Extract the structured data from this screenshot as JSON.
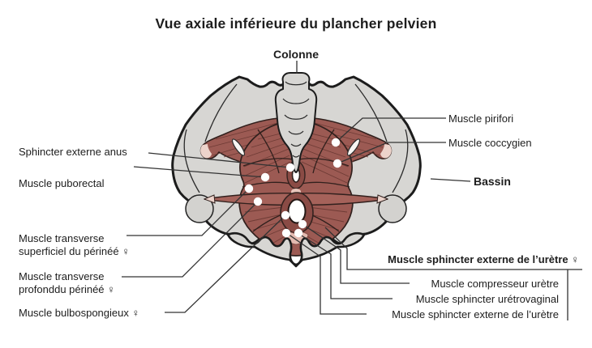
{
  "title": "Vue axiale inférieure du plancher pelvien",
  "labels": {
    "colonne": "Colonne",
    "bassin": "Bassin",
    "pirifori": "Muscle pirifori",
    "coccygien": "Muscle coccygien",
    "sphincter_anus": "Sphincter externe anus",
    "puborectal": "Muscle puborectal",
    "transverse_superficiel": "Muscle transverse\nsuperficiel du périnéé ♀",
    "transverse_profond": "Muscle transverse\nprofonddu périnéé ♀",
    "bulbospongieux": "Muscle bulbospongieux ♀",
    "sphincter_uretre_groupe": "Muscle sphincter externe de l’urètre ♀",
    "compresseur_uretre": "Muscle compresseur urètre",
    "sphincter_uretrovaginal": "Muscle sphincter urétrovaginal",
    "sphincter_uretre": "Muscle sphincter externe de l’urètre"
  },
  "colors": {
    "background": "#ffffff",
    "text": "#1d1d1d",
    "leader_line": "#333333",
    "bone_fill": "#d7d6d3",
    "bone_outline": "#1c1c1c",
    "muscle_fill": "#9c5a53",
    "muscle_dark_ring": "#8a4b45",
    "muscle_striation": "#6e3b35",
    "tendon_pale": "#ecd3cb",
    "callout_dot": "#ffffff"
  }
}
